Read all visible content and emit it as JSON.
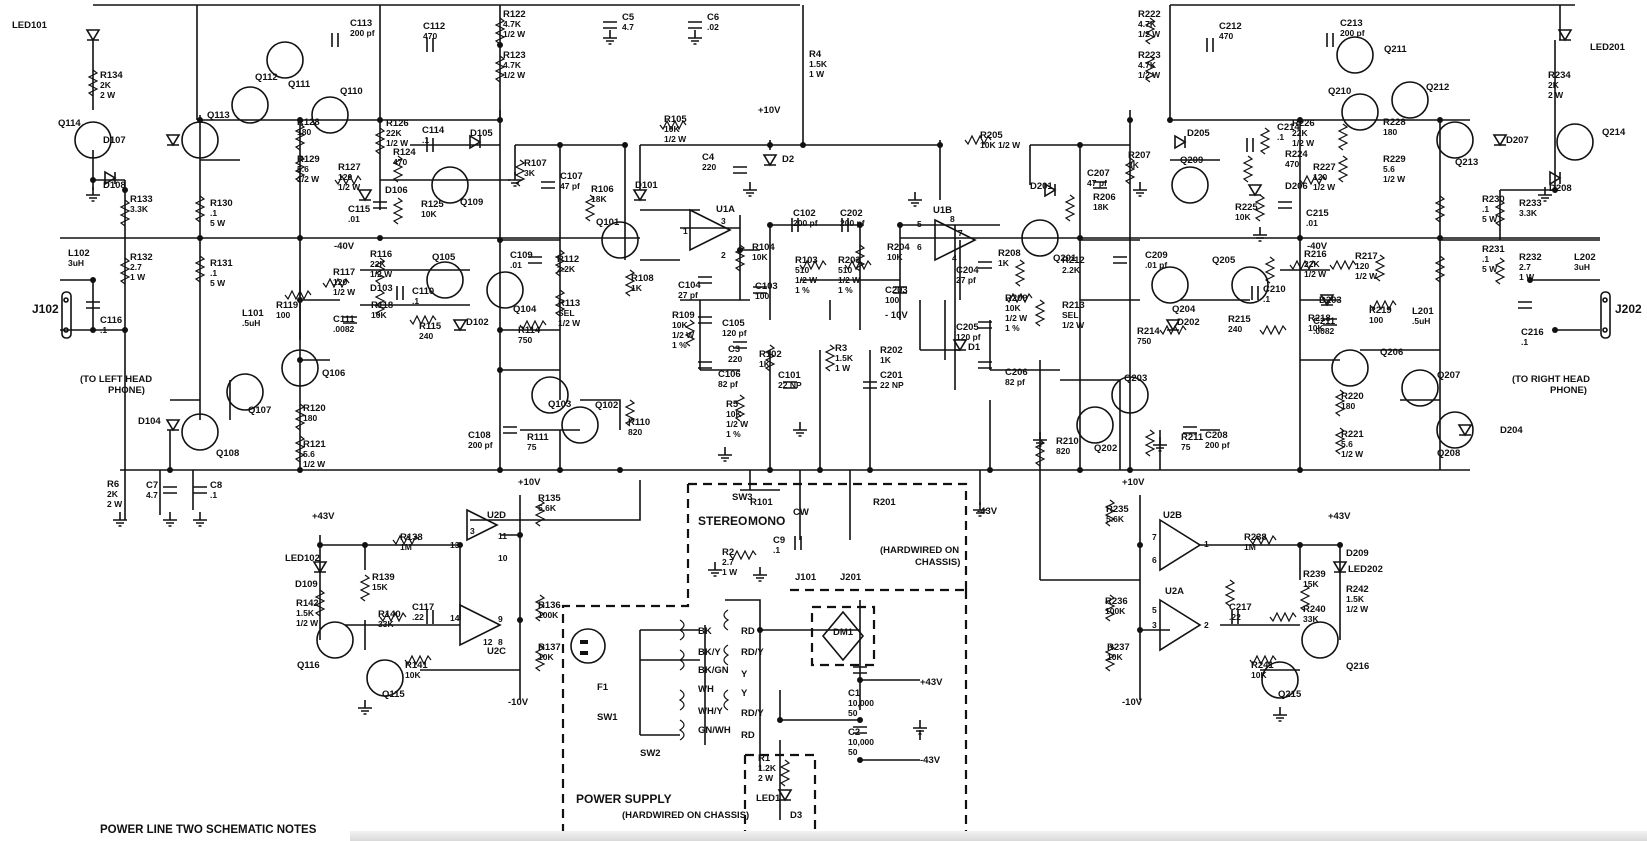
{
  "title": "POWER LINE TWO SCHEMATIC NOTES",
  "sections": {
    "power_supply": "POWER SUPPLY",
    "hardwired_chassis": "(HARDWIRED ON CHASSIS)",
    "hardwired_on": "(HARDWIRED ON",
    "chassis": "CHASSIS)",
    "stereo": "STEREO",
    "mono": "MONO"
  },
  "notes": {
    "left_phone_1": "(TO LEFT HEAD",
    "left_phone_2": "PHONE)",
    "right_phone_1": "(TO RIGHT HEAD",
    "right_phone_2": "PHONE)"
  },
  "rails": {
    "pos10": "+10V",
    "neg10": "-10V",
    "pos43": "+43V",
    "neg43": "-43V",
    "neg40": "-40V",
    "neg10b": "- 10V"
  },
  "connectors": {
    "j102": "J102",
    "j202": "J202",
    "j101": "J101",
    "j201": "J201"
  },
  "wire_colors": [
    "BK",
    "BK/Y",
    "BK/GN",
    "WH",
    "WH/Y",
    "GN/WH",
    "RD",
    "RD/Y",
    "Y",
    "Y",
    "RD/Y",
    "RD"
  ],
  "left": {
    "led101": "LED101",
    "r134": [
      "R134",
      "2K",
      "2 W"
    ],
    "q114": "Q114",
    "q113": "Q113",
    "q112": "Q112",
    "q111": "Q111",
    "q110": "Q110",
    "d107": "D107",
    "d108": "D108",
    "r133": [
      "R133",
      "3.3K"
    ],
    "c113": [
      "C113",
      "200 pf"
    ],
    "c112": [
      "C112",
      "470"
    ],
    "r122": [
      "R122",
      "4.7K",
      "1/2 W"
    ],
    "r123": [
      "R123",
      "4.7K",
      "1/2 W"
    ],
    "r128": [
      "R128",
      "180"
    ],
    "r129": [
      "R129",
      "5.6",
      "1/2 W"
    ],
    "r126": [
      "R126",
      "22K",
      "1/2 W"
    ],
    "r124": [
      "R124",
      "470"
    ],
    "c114": [
      "C114",
      ".1"
    ],
    "d105": "D105",
    "r127": [
      "R127",
      "120",
      "1/2 W"
    ],
    "d106": "D106",
    "c115": [
      "C115",
      ".01"
    ],
    "r125": [
      "R125",
      "10K"
    ],
    "q109": "Q109",
    "r130": [
      "R130",
      ".1",
      "5 W"
    ],
    "r131": [
      "R131",
      ".1",
      "5 W"
    ],
    "l102": [
      "L102",
      "3uH"
    ],
    "r132": [
      "R132",
      "2.7",
      "1 W"
    ],
    "c116": [
      "C116",
      ".1"
    ],
    "r116": [
      "R116",
      "22K",
      "1/2 W"
    ],
    "r117": [
      "R117",
      "120",
      "1/2 W"
    ],
    "d103": "D103",
    "r118": [
      "R118",
      "10K"
    ],
    "c110": [
      "C110",
      ".1"
    ],
    "r115": [
      "R115",
      "240"
    ],
    "r119": [
      "R119",
      "100"
    ],
    "l101": [
      "L101",
      ".5uH"
    ],
    "c111": [
      "C111",
      ".0082"
    ],
    "q105": "Q105",
    "q106": "Q106",
    "q107": "Q107",
    "q108": "Q108",
    "q104": "Q104",
    "q103": "Q103",
    "q102": "Q102",
    "c109": [
      "C109",
      ".01"
    ],
    "r112": [
      "R112",
      "2.2K"
    ],
    "r113": [
      "R113",
      "SEL",
      "1/2 W"
    ],
    "r114": [
      "R114",
      "750"
    ],
    "d102": "D102",
    "d104": "D104",
    "r120": [
      "R120",
      "180"
    ],
    "r121": [
      "R121",
      "5.6",
      "1/2 W"
    ],
    "r107": [
      "R107",
      "3K"
    ],
    "c107": [
      "C107",
      "47 pf"
    ],
    "r106": [
      "R106",
      "18K"
    ],
    "c108": [
      "C108",
      "200 pf"
    ],
    "r111": [
      "R111",
      "75"
    ],
    "r110": [
      "R110",
      "820"
    ],
    "r6": [
      "R6",
      "2K",
      "2 W"
    ],
    "c7": [
      "C7",
      "4.7"
    ],
    "c8": [
      "C8",
      ".1"
    ],
    "led102": "LED102",
    "d109": "D109",
    "r142": [
      "R142",
      "1.5K",
      "1/2 W"
    ],
    "q116": "Q116",
    "q115": "Q115",
    "r139": [
      "R139",
      "15K"
    ],
    "r138": [
      "R138",
      "1M"
    ],
    "r140": [
      "R140",
      "33K"
    ],
    "c117": [
      "C117",
      ".22"
    ],
    "r141": [
      "R141",
      "10K"
    ],
    "u2d": "U2D",
    "u2c": "U2C",
    "r135": [
      "R135",
      "5.6K"
    ],
    "r136": [
      "R136",
      "100K"
    ],
    "r137": [
      "R137",
      "10K"
    ],
    "pins": [
      "3",
      "11",
      "10",
      "13",
      "14",
      "9",
      "12",
      "8"
    ]
  },
  "center": {
    "c5": [
      "C5",
      "4.7"
    ],
    "c6": [
      "C6",
      ".02"
    ],
    "r4": [
      "R4",
      "1.5K",
      "1 W"
    ],
    "r105": [
      "R105",
      "10K",
      "1/2 W"
    ],
    "c4": [
      "C4",
      "220"
    ],
    "d2": "D2",
    "r205": [
      "R205",
      "10K 1/2 W"
    ],
    "d101": "D101",
    "q101": "Q101",
    "r108": [
      "R108",
      "1K"
    ],
    "u1a": "U1A",
    "u1b": "U1B",
    "r104": [
      "R104",
      "10K"
    ],
    "c102": [
      "C102",
      "200 pf"
    ],
    "c202": [
      "C202",
      "200 pf"
    ],
    "r204": [
      "R204",
      "10K"
    ],
    "c104": [
      "C104",
      "27 pf"
    ],
    "c103": [
      "C103",
      "100"
    ],
    "r103": [
      "R103",
      "510",
      "1/2 W",
      "1 %"
    ],
    "r203": [
      "R203",
      "510",
      "1/2 W",
      "1 %"
    ],
    "c203": [
      "C203",
      "100"
    ],
    "r109": [
      "R109",
      "10K",
      "1/2 W",
      "1 %"
    ],
    "c105": [
      "C105",
      "120 pf"
    ],
    "c3": [
      "C3",
      "220"
    ],
    "r102": [
      "R102",
      "1K"
    ],
    "r3": [
      "R3",
      "1.5K",
      "1 W"
    ],
    "r202": [
      "R202",
      "1K"
    ],
    "c101": [
      "C101",
      "22 NP"
    ],
    "c201": [
      "C201",
      "22 NP"
    ],
    "c106": [
      "C106",
      "82 pf"
    ],
    "r5": [
      "R5",
      "10K",
      "1/2 W",
      "1 %"
    ],
    "sw3": "SW3",
    "r101": "R101",
    "r201": "R201",
    "cw": "CW",
    "r2": [
      "R2",
      "2.7",
      "1 W"
    ],
    "c9": [
      "C9",
      ".1"
    ],
    "dm1": "DM1",
    "f1": "F1",
    "sw1": "SW1",
    "sw2": "SW2",
    "c1": [
      "C1",
      "10,000",
      "50"
    ],
    "c2": [
      "C2",
      "10,000",
      "50"
    ],
    "r1": [
      "R1",
      "1.2K",
      "2 W"
    ],
    "led1": "LED1",
    "d3": "D3",
    "d1": "D1",
    "pins": [
      "1",
      "2",
      "3",
      "5",
      "6",
      "7",
      "8",
      "4"
    ]
  },
  "right": {
    "r222": [
      "R222",
      "4.7K",
      "1/2 W"
    ],
    "r223": [
      "R223",
      "4.7K",
      "1/2 W"
    ],
    "c212": [
      "C212",
      "470"
    ],
    "c213": [
      "C213",
      "200 pf"
    ],
    "q211": "Q211",
    "q210": "Q210",
    "q212": "Q212",
    "q213": "Q213",
    "q214": "Q214",
    "led201": "LED201",
    "r234": [
      "R234",
      "2K",
      "2 W"
    ],
    "r228": [
      "R228",
      "180"
    ],
    "r229": [
      "R229",
      "5.6",
      "1/2 W"
    ],
    "r226": [
      "R226",
      "22K",
      "1/2 W"
    ],
    "r224": [
      "R224",
      "470"
    ],
    "c214": [
      "C214",
      ".1"
    ],
    "d205": "D205",
    "q209": "Q209",
    "d206": "D206",
    "r225": [
      "R225",
      "10K"
    ],
    "c215": [
      "C215",
      ".01"
    ],
    "r227": [
      "R227",
      "120",
      "1/2 W"
    ],
    "d207": "D207",
    "d208": "D208",
    "r207": [
      "R207",
      "3K"
    ],
    "c207": [
      "C207",
      "47 pf"
    ],
    "r206": [
      "R206",
      "18K"
    ],
    "r230": [
      "R230",
      ".1",
      "5 W"
    ],
    "r231": [
      "R231",
      ".1",
      "5 W"
    ],
    "r233": [
      "R233",
      "3.3K"
    ],
    "r232": [
      "R232",
      "2.7",
      "1 W"
    ],
    "l202": [
      "L202",
      "3uH"
    ],
    "c216": [
      "C216",
      ".1"
    ],
    "d201": "D201",
    "q201": "Q201",
    "r208": [
      "R208",
      "1K"
    ],
    "c204": [
      "C204",
      "27 pf"
    ],
    "c205": [
      "C205",
      "120 pf"
    ],
    "r209": [
      "R209",
      "10K",
      "1/2 W",
      "1 %"
    ],
    "c206": [
      "C206",
      "82 pf"
    ],
    "r212": [
      "R212",
      "2.2K"
    ],
    "c209": [
      "C209",
      ".01 pf"
    ],
    "r213": [
      "R213",
      "SEL",
      "1/2 W"
    ],
    "r214": [
      "R214",
      "750"
    ],
    "q204": "Q204",
    "q205": "Q205",
    "q206": "Q206",
    "q207": "Q207",
    "q208": "Q208",
    "q203": "Q203",
    "q202": "Q202",
    "d202": "D202",
    "c210": [
      "C210",
      ".1"
    ],
    "r215": [
      "R215",
      "240"
    ],
    "r216": [
      "R216",
      "22K",
      "1/2 W"
    ],
    "r217": [
      "R217",
      "120",
      "1/2 W"
    ],
    "d203": "D203",
    "r218": [
      "R218",
      "10K"
    ],
    "c211": [
      "C211",
      ".0082"
    ],
    "r219": [
      "R219",
      "100"
    ],
    "l201": [
      "L201",
      ".5uH"
    ],
    "r220": [
      "R220",
      "180"
    ],
    "r221": [
      "R221",
      "5.6",
      "1/2 W"
    ],
    "d204": "D204",
    "r210": [
      "R210",
      "820"
    ],
    "r211": [
      "R211",
      "75"
    ],
    "c208": [
      "C208",
      "200 pf"
    ],
    "r235": [
      "R235",
      "5.6K"
    ],
    "r236": [
      "R236",
      "100K"
    ],
    "r237": [
      "R237",
      "10K"
    ],
    "u2b": "U2B",
    "u2a": "U2A",
    "r238": [
      "R238",
      "1M"
    ],
    "r239": [
      "R239",
      "15K"
    ],
    "r240": [
      "R240",
      "33K"
    ],
    "c217": [
      "C217",
      ".22"
    ],
    "r241": [
      "R241",
      "10K"
    ],
    "r242": [
      "R242",
      "1.5K",
      "1/2 W"
    ],
    "led202": "LED202",
    "d209": "D209",
    "q215": "Q215",
    "q216": "Q216",
    "pins": [
      "7",
      "6",
      "1",
      "5",
      "3",
      "2"
    ]
  }
}
